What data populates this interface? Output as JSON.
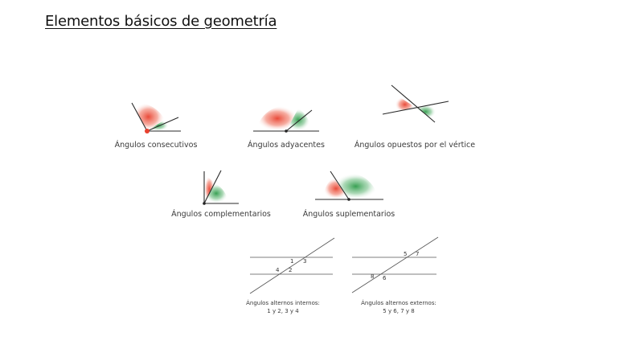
{
  "slide": {
    "title": "Elementos básicos de geometría"
  },
  "angles": {
    "consecutivos": "Ángulos consecutivos",
    "adyacentes": "Ángulos adyacentes",
    "opuestos": "Ángulos opuestos por el vértice",
    "complementarios": "Ángulos complementarios",
    "suplementarios": "Ángulos suplementarios"
  },
  "parallels": {
    "internos": {
      "caption_line1": "Ángulos alternos internos:",
      "caption_line2": "1 y 2, 3 y 4",
      "labels": [
        "1",
        "3",
        "4",
        "2"
      ]
    },
    "externos": {
      "caption_line1": "Ángulos alternos externos:",
      "caption_line2": "5 y 6, 7 y 8",
      "labels": [
        "5",
        "7",
        "8",
        "6"
      ]
    }
  },
  "colors": {
    "red": "#e8412f",
    "green": "#2e9b4a"
  }
}
